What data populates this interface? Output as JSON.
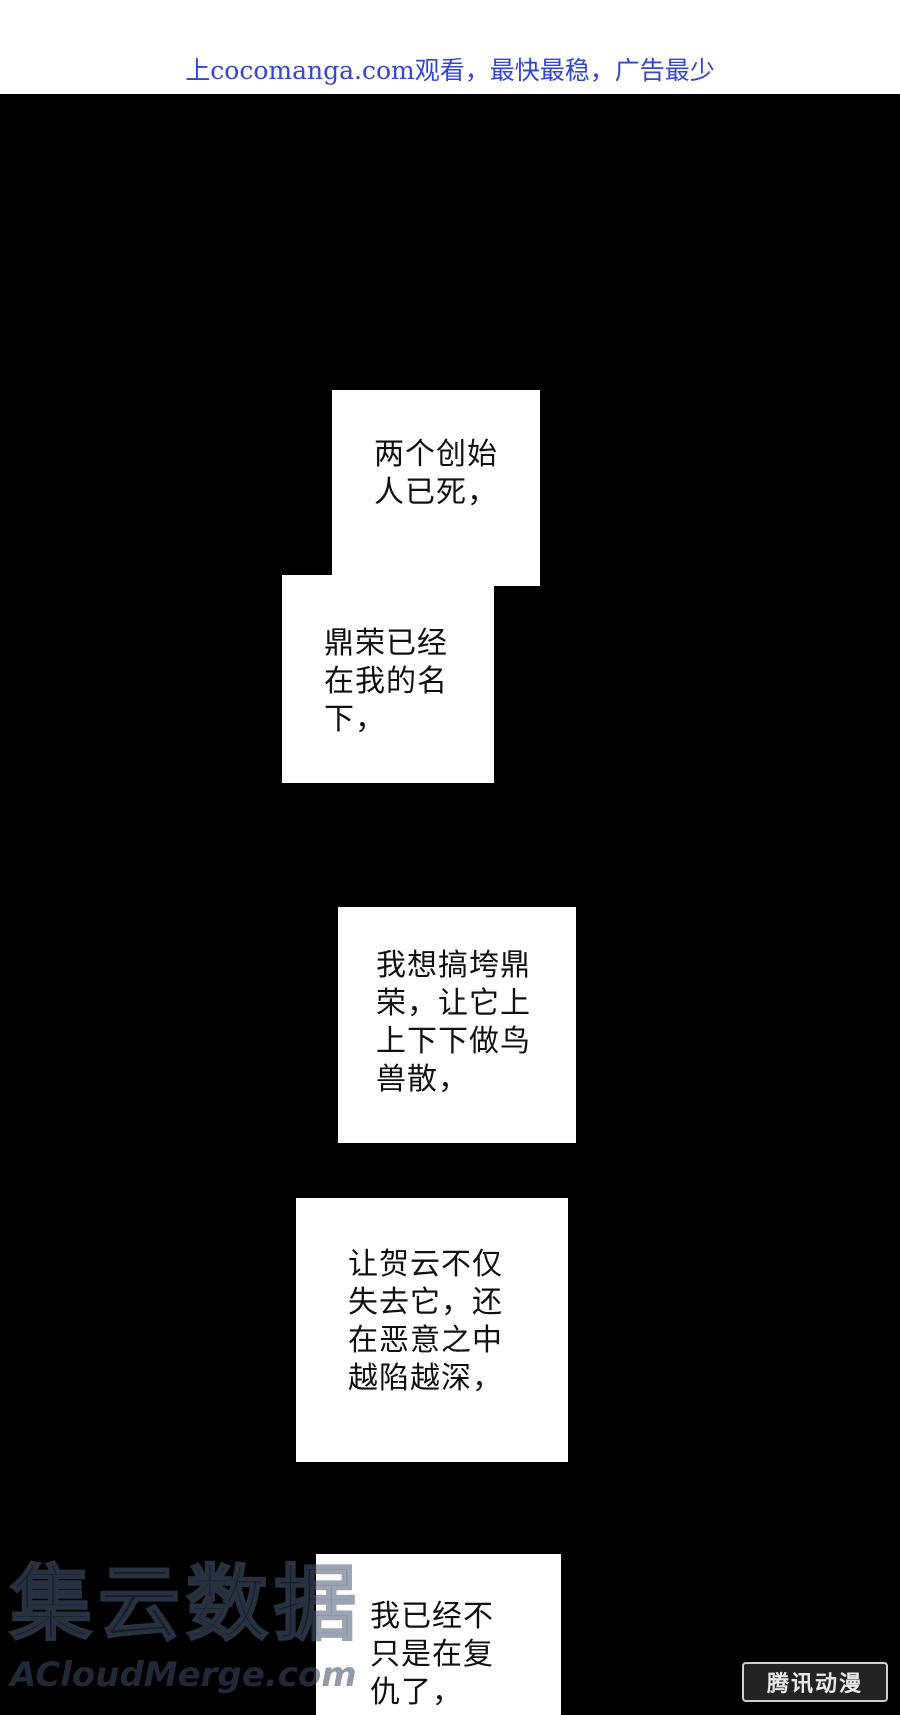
{
  "banner": {
    "text": "上cocomanga.com观看，最快最稳，广告最少"
  },
  "captions": [
    {
      "text": "两个创始\n人已死，"
    },
    {
      "text": "鼎荣已经\n在我的名\n下，"
    },
    {
      "text": "我想搞垮鼎\n荣，让它上\n上下下做鸟\n兽散，"
    },
    {
      "text": "让贺云不仅\n失去它，还\n在恶意之中\n越陷越深，"
    },
    {
      "text": "我已经不\n只是在复\n仇了，"
    }
  ],
  "watermarks": {
    "left_cn": "集云数据",
    "left_en": "ACloudMerge.com",
    "right": "腾讯动漫"
  },
  "colors": {
    "banner_text": "#3344d8",
    "panel_background": "#000000",
    "caption_background": "#ffffff"
  }
}
